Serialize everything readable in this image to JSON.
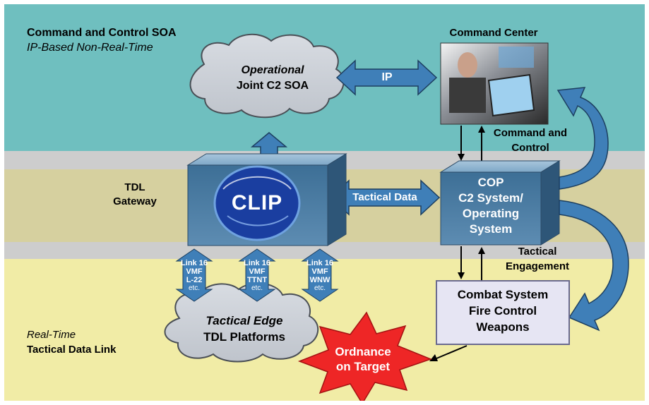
{
  "zones": {
    "c2_soa": {
      "title": "Command and Control SOA",
      "subtitle": "IP-Based Non-Real-Time"
    },
    "tdl_gateway": {
      "line1": "TDL",
      "line2": "Gateway"
    },
    "real_time": {
      "line1": "Real-Time",
      "line2": "Tactical Data Link"
    }
  },
  "clouds": {
    "operational": {
      "line1": "Operational",
      "line2": "Joint C2 SOA"
    },
    "tactical_edge": {
      "line1": "Tactical  Edge",
      "line2": "TDL Platforms"
    }
  },
  "command_center": {
    "title": "Command Center"
  },
  "arrows": {
    "ip": "IP",
    "tactical_data": "Tactical Data",
    "command_control": {
      "line1": "Command and",
      "line2": "Control"
    },
    "tactical_engagement": {
      "line1": "Tactical",
      "line2": "Engagement"
    }
  },
  "gateway_box": {
    "logo_text": "CLIP"
  },
  "cop_box": {
    "line1": "COP",
    "line2": "C2 System/",
    "line3": "Operating",
    "line4": "System"
  },
  "links": [
    {
      "l1": "Link 16",
      "l2": "VMF",
      "l3": "L-22",
      "l4": "etc."
    },
    {
      "l1": "Link 16",
      "l2": "VMF",
      "l3": "TTNT",
      "l4": "etc."
    },
    {
      "l1": "Link 16",
      "l2": "VMF",
      "l3": "WNW",
      "l4": "etc."
    }
  ],
  "combat_system": {
    "line1": "Combat System",
    "line2": "Fire Control",
    "line3": "Weapons"
  },
  "ordnance": {
    "line1": "Ordnance",
    "line2": "on Target"
  },
  "colors": {
    "teal": "#6fbfbf",
    "gray": "#cdcdcd",
    "olive": "#d6d09f",
    "yellow": "#f1eca6",
    "blue": "#3f7fb8",
    "red": "#ee2626"
  }
}
